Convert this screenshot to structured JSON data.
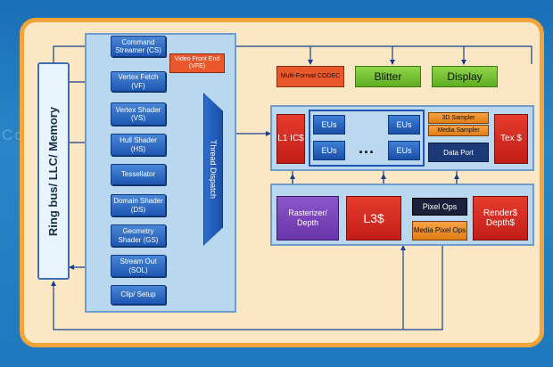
{
  "background_text": "Co",
  "ring_bus": {
    "label": "Ring bus/ LLC/ Memory"
  },
  "pipeline": [
    {
      "id": "cs",
      "label": "Command Streamer (CS)"
    },
    {
      "id": "vf",
      "label": "Vertex Fetch (VF)"
    },
    {
      "id": "vs",
      "label": "Vertex Shader (VS)"
    },
    {
      "id": "hs",
      "label": "Hull Shader (HS)"
    },
    {
      "id": "tess",
      "label": "Tessellator"
    },
    {
      "id": "ds",
      "label": "Domain Shader (DS)"
    },
    {
      "id": "gs",
      "label": "Geometry Shader (GS)"
    },
    {
      "id": "sol",
      "label": "Stream Out (SOL)"
    },
    {
      "id": "clip",
      "label": "Clip/ Setup"
    }
  ],
  "video_front_end": "Video Front End (VFE)",
  "thread_dispatch": "Thread Dispatch",
  "top_units": {
    "codec": "Multi-Format CODEC",
    "blitter": "Blitter",
    "display": "Display"
  },
  "exec_group": {
    "l1": "L1 IC$",
    "eus": [
      "EUs",
      "EUs",
      "EUs",
      "EUs"
    ],
    "dots": "...",
    "sampler_3d": "3D Sampler",
    "media_sampler": "Media Sampler",
    "data_port": "Data Port",
    "tex": "Tex $"
  },
  "backend_group": {
    "rasterizer": "Rasterizer/ Depth",
    "l3": "L3$",
    "pixel_ops": "Pixel Ops",
    "media_pixel_ops": "Media Pixel Ops",
    "render_cache": "Render$ Depth$"
  },
  "colors": {
    "frame": "#f2a33a",
    "panel": "#fbe7c3",
    "pipeline_blue": "#1d57b3",
    "red": "#c21d17",
    "green": "#5fae22",
    "purple": "#6a35a9",
    "wire": "#1a3f8a"
  }
}
